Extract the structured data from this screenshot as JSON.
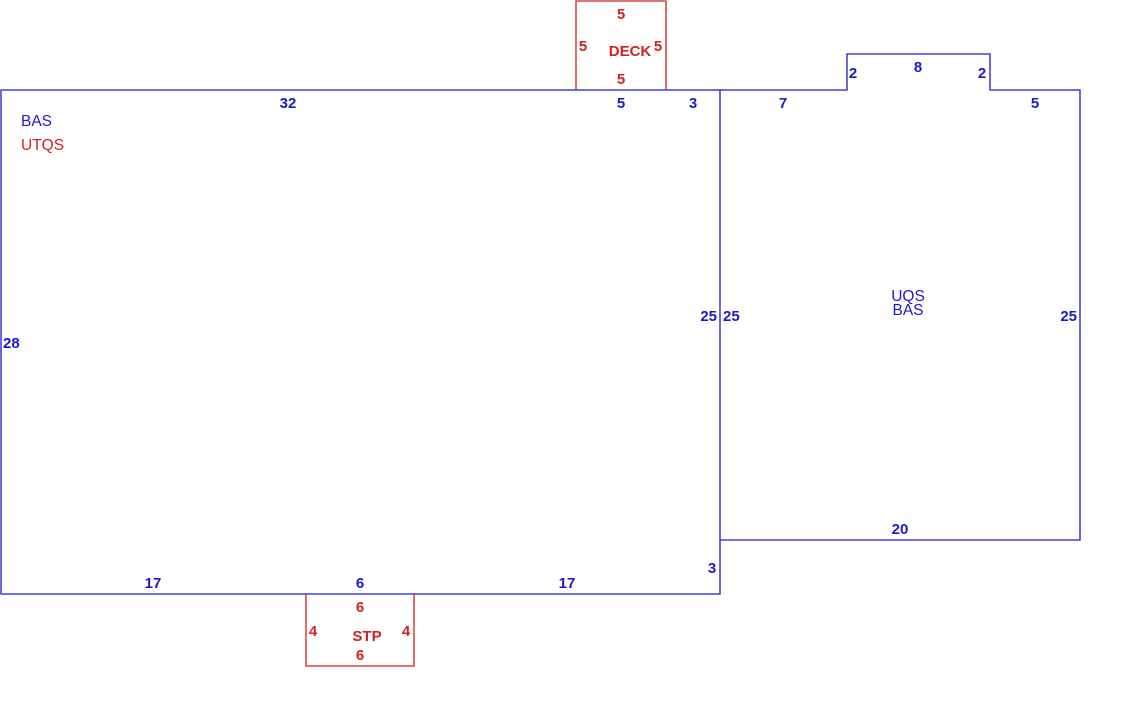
{
  "colors": {
    "outline": "#1a1acc",
    "addition": "#d42020"
  },
  "main_area": {
    "codes": [
      "BAS",
      "UTQS"
    ],
    "dims": {
      "top_left": "32",
      "top_mid": "5",
      "top_right": "3",
      "left": "28",
      "right": "25",
      "bottom_left": "17",
      "bottom_mid": "6",
      "bottom_right": "17",
      "step_down": "3"
    }
  },
  "deck": {
    "label": "DECK",
    "dims": {
      "top": "5",
      "left": "5",
      "right": "5",
      "bottom": "5"
    }
  },
  "stoop": {
    "label": "STP",
    "dims": {
      "top": "6",
      "left": "4",
      "right": "4",
      "bottom": "6"
    }
  },
  "wing": {
    "codes": [
      "UQS",
      "BAS"
    ],
    "dims": {
      "top_left": "7",
      "bump_left": "2",
      "bump_top": "8",
      "bump_right": "2",
      "top_right": "5",
      "left": "25",
      "right": "25",
      "bottom": "20"
    }
  }
}
